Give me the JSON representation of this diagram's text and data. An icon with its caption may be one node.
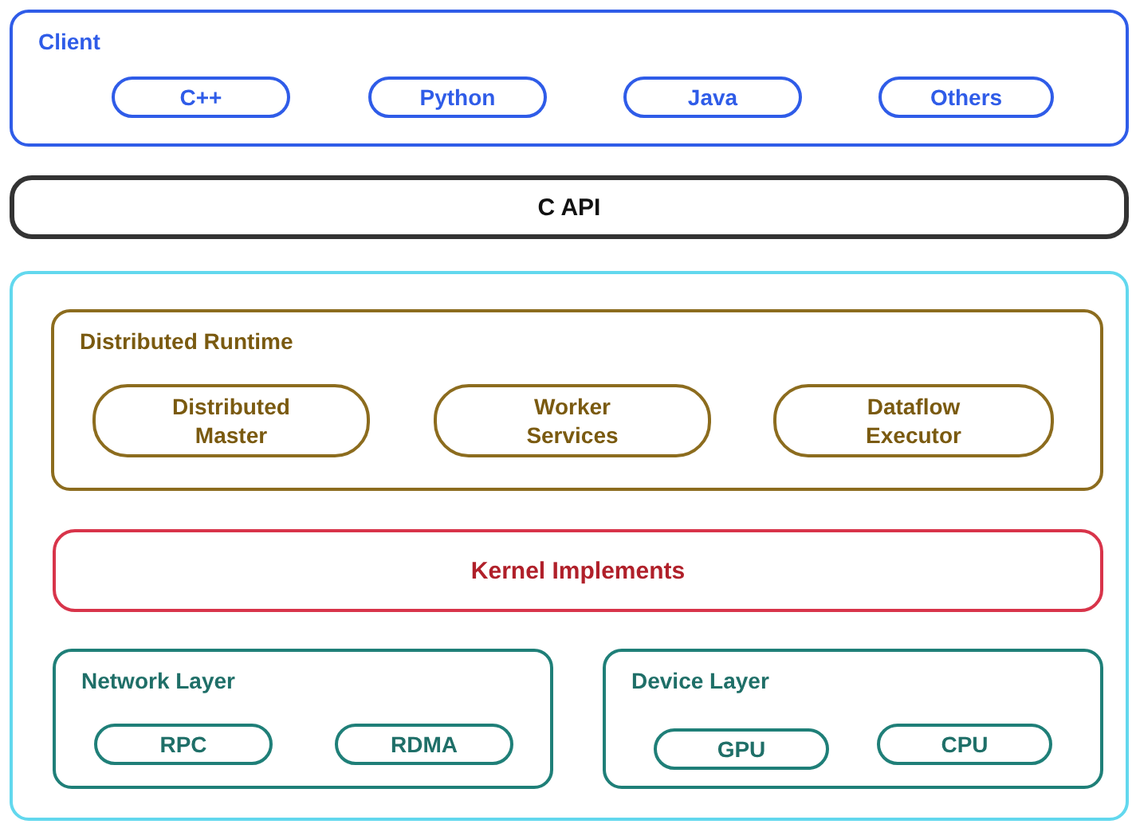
{
  "diagram": {
    "nodes": [
      {
        "text": [
          "Client"
        ]
      },
      {
        "text": [
          "C++"
        ],
        "in": 0
      },
      {
        "text": [
          "Python"
        ],
        "in": 0
      },
      {
        "text": [
          "Java"
        ],
        "in": 0
      },
      {
        "text": [
          "Others"
        ],
        "in": 0
      },
      {
        "text": [
          "C API"
        ]
      },
      {
        "text": [],
        "shape": "box"
      },
      {
        "text": [
          "Distributed Runtime"
        ],
        "in": 6
      },
      {
        "text": [
          "Distributed Master"
        ],
        "in": 7
      },
      {
        "text": [
          "Worker Services"
        ],
        "in": 7
      },
      {
        "text": [
          "Dataflow Executor"
        ],
        "in": 7
      },
      {
        "text": [
          "Kernel Implements"
        ],
        "in": 6
      },
      {
        "text": [
          "Network Layer"
        ],
        "in": 6
      },
      {
        "text": [
          "RPC"
        ],
        "in": 12
      },
      {
        "text": [
          "RDMA"
        ],
        "in": 12
      },
      {
        "text": [
          "Device Layer"
        ],
        "in": 6
      },
      {
        "text": [
          "GPU"
        ],
        "in": 15
      },
      {
        "text": [
          "CPU"
        ],
        "in": 15
      }
    ],
    "edges": []
  }
}
